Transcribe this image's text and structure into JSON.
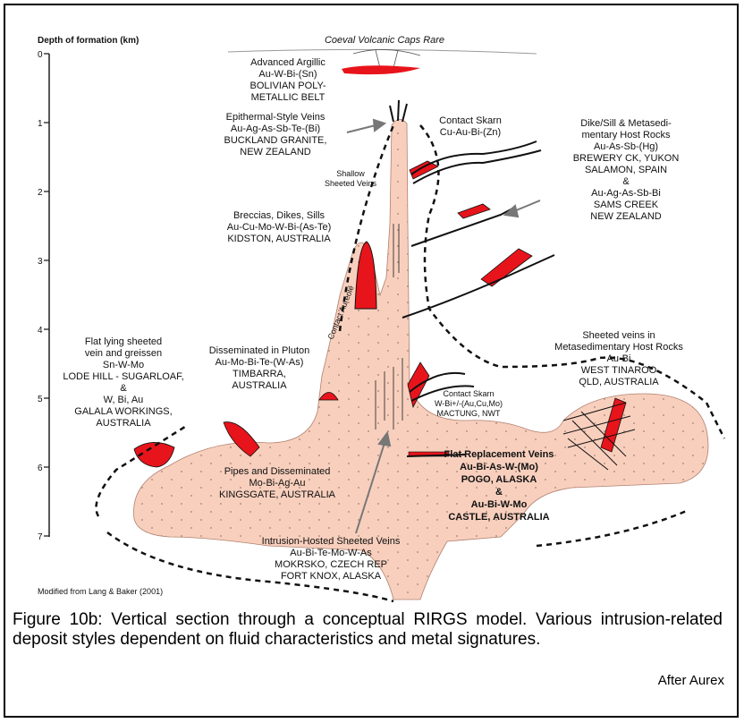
{
  "axis": {
    "title": "Depth of formation (km)",
    "ticks": [
      "0",
      "1",
      "2",
      "3",
      "4",
      "5",
      "6",
      "7"
    ]
  },
  "top_label": "Coeval Volcanic Caps Rare",
  "labels": {
    "advanced_argillic": [
      "Advanced Argillic",
      "Au-W-Bi-(Sn)",
      "BOLIVIAN POLY-",
      "METALLIC BELT"
    ],
    "epithermal": [
      "Epithermal-Style Veins",
      "Au-Ag-As-Sb-Te-(Bi)",
      "BUCKLAND GRANITE,",
      "NEW ZEALAND"
    ],
    "contact_skarn_top": [
      "Contact Skarn",
      "Cu-Au-Bi-(Zn)"
    ],
    "dike_sill": [
      "Dike/Sill & Metasedi-",
      "mentary Host Rocks",
      "Au-As-Sb-(Hg)",
      "BREWERY CK, YUKON",
      "SALAMON, SPAIN",
      "&",
      "Au-Ag-As-Sb-Bi",
      "SAMS CREEK",
      "NEW ZEALAND"
    ],
    "shallow_veins": [
      "Shallow",
      "Sheeted Veins"
    ],
    "breccias": [
      "Breccias, Dikes, Sills",
      "Au-Cu-Mo-W-Bi-(As-Te)",
      "KIDSTON, AUSTRALIA"
    ],
    "contact_aureole": "Contact Aureole",
    "flat_lying": [
      "Flat lying sheeted",
      "vein and greissen",
      "Sn-W-Mo",
      "LODE HILL - SUGARLOAF,",
      "&",
      "W, Bi, Au",
      "GALALA WORKINGS,",
      "AUSTRALIA"
    ],
    "disseminated": [
      "Disseminated in Pluton",
      "Au-Mo-Bi-Te-(W-As)",
      "TIMBARRA,",
      "AUSTRALIA"
    ],
    "sheeted_meta": [
      "Sheeted veins in",
      "Metasedimentary Host Rocks",
      "Au-Bi",
      "WEST TINAROO",
      "QLD, AUSTRALIA"
    ],
    "contact_skarn_mid": [
      "Contact Skarn",
      "W-Bi+/-(Au,Cu,Mo)",
      "MACTUNG, NWT"
    ],
    "pipes": [
      "Pipes and Disseminated",
      "Mo-Bi-Ag-Au",
      "KINGSGATE, AUSTRALIA"
    ],
    "flat_replacement": [
      "Flat Replacement Veins",
      "Au-Bi-As-W-(Mo)",
      "POGO, ALASKA",
      "&",
      "Au-Bi-W-Mo",
      "CASTLE, AUSTRALIA"
    ],
    "intrusion_hosted": [
      "Intrusion-Hosted Sheeted Veins",
      "Au-Bi-Te-Mo-W-As",
      "MOKRSKO, CZECH REP",
      "FORT KNOX, ALASKA"
    ]
  },
  "source_note": "Modified from Lang & Baker (2001)",
  "caption": "Figure 10b: Vertical section through a conceptual RIRGS model. Various intrusion-related deposit styles dependent on fluid characteristics and metal signatures.",
  "credit": "After Aurex",
  "colors": {
    "pluton": "#f8cfbd",
    "ore": "#e8141b",
    "line": "#111111"
  }
}
